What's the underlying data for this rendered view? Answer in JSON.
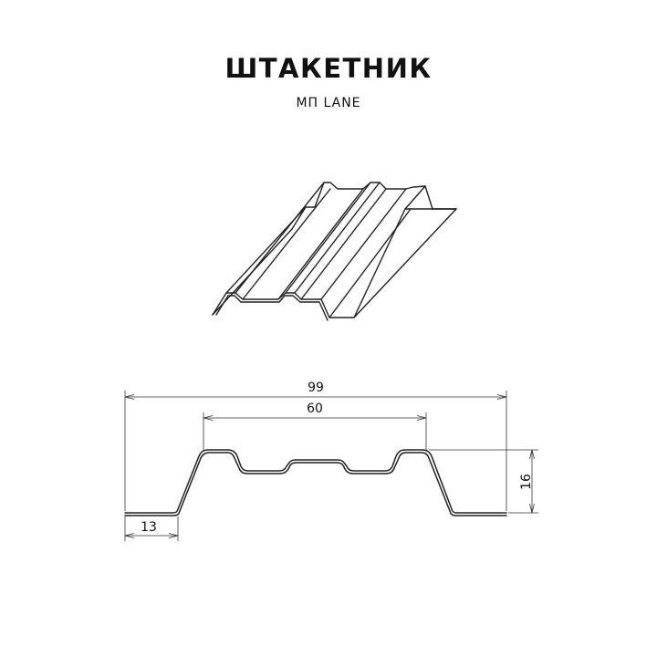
{
  "header": {
    "title": "ШТАКЕТНИК",
    "subtitle": "МП LANE"
  },
  "dimensions": {
    "overall_width": "99",
    "top_width": "60",
    "flange_width": "13",
    "height": "16"
  },
  "colors": {
    "line": "#222222",
    "background": "#ffffff"
  }
}
